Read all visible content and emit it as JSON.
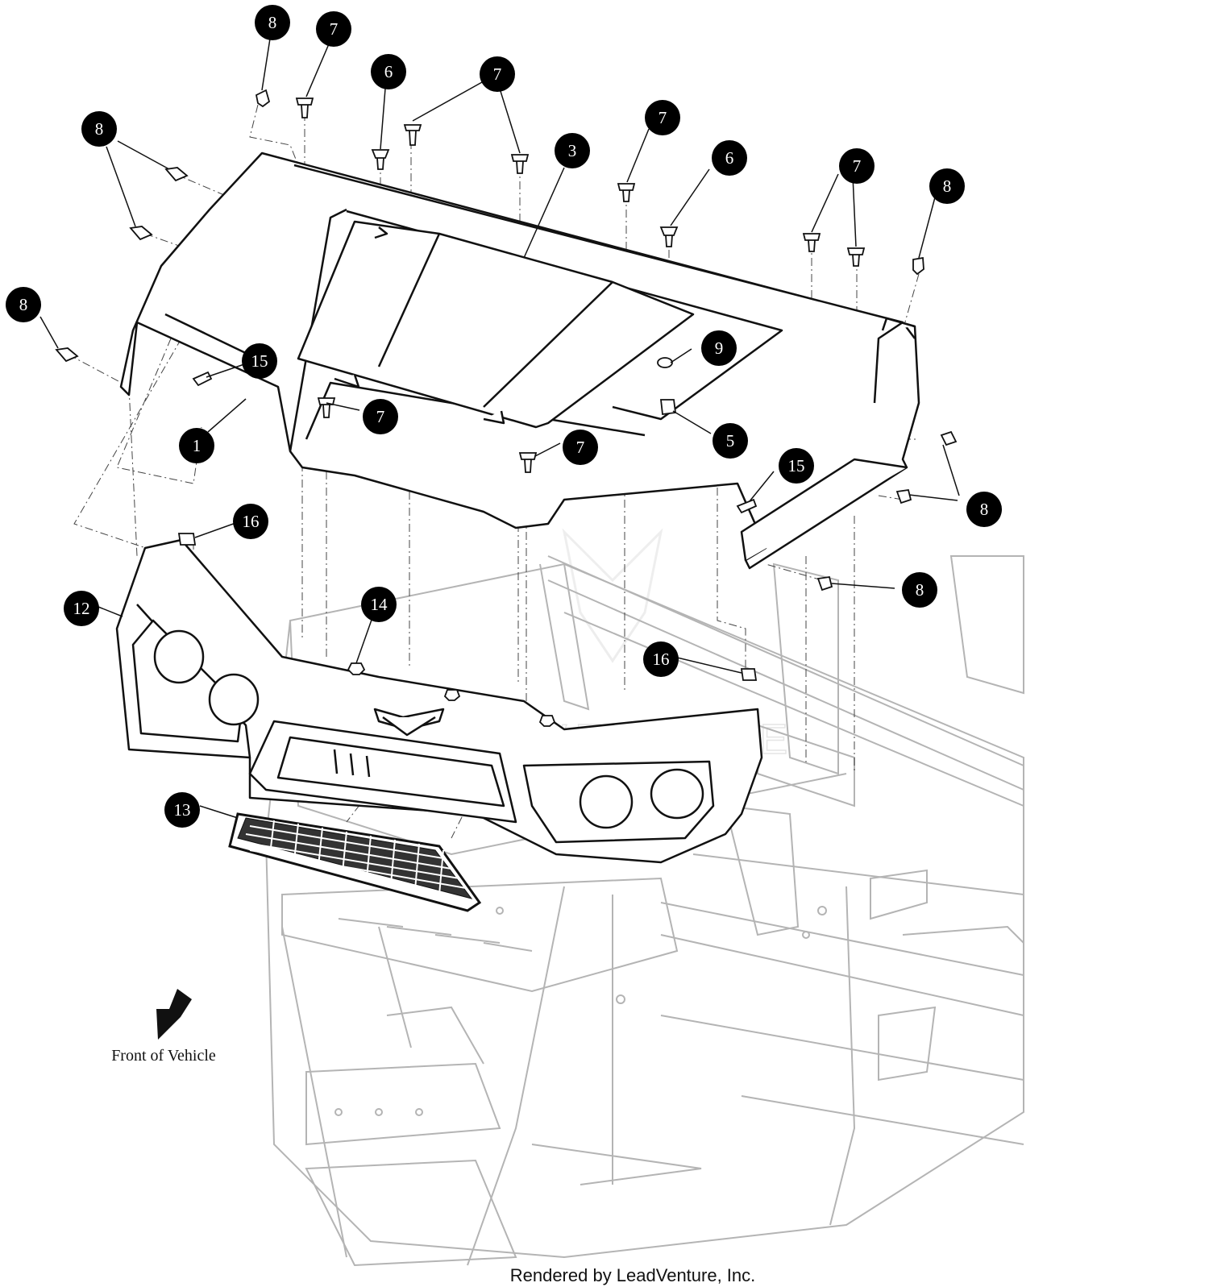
{
  "colors": {
    "ink": "#111111",
    "frame_gray": "#b4b4b4",
    "callout_fill": "#000000",
    "callout_text": "#ffffff",
    "background": "#ffffff"
  },
  "icons": {
    "direction_indicator": "front-arrow-icon"
  },
  "callouts": [
    {
      "label": "8"
    },
    {
      "label": "7"
    },
    {
      "label": "6"
    },
    {
      "label": "7"
    },
    {
      "label": "3"
    },
    {
      "label": "7"
    },
    {
      "label": "6"
    },
    {
      "label": "7"
    },
    {
      "label": "8"
    },
    {
      "label": "8"
    },
    {
      "label": "8"
    },
    {
      "label": "15"
    },
    {
      "label": "1"
    },
    {
      "label": "7"
    },
    {
      "label": "9"
    },
    {
      "label": "5"
    },
    {
      "label": "7"
    },
    {
      "label": "15"
    },
    {
      "label": "8"
    },
    {
      "label": "16"
    },
    {
      "label": "8"
    },
    {
      "label": "12"
    },
    {
      "label": "14"
    },
    {
      "label": "16"
    },
    {
      "label": "13"
    }
  ],
  "front_label": "Front of Vehicle",
  "footer": "Rendered by LeadVenture, Inc.",
  "watermark": "LEADVENTURE"
}
